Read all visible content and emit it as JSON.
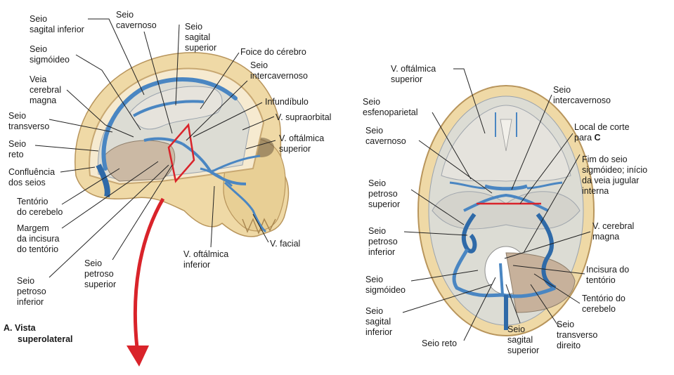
{
  "colors": {
    "bone": "#efd9a6",
    "bone_shade": "#d9bd84",
    "vein": "#4a86c2",
    "vein_dark": "#2f6aa8",
    "dura": "#d8d8d0",
    "tentorium": "#c9b5a0",
    "cut_line": "#d9232a",
    "leader": "#222222"
  },
  "figure_a": {
    "caption_letter": "A.",
    "caption_title": "Vista",
    "caption_sub": "superolateral",
    "labels": {
      "seio_sagital_inferior": [
        "Seio",
        "sagital inferior"
      ],
      "seio_sigmoideo": [
        "Seio",
        "sigmóideo"
      ],
      "veia_cerebral_magna": [
        "Veia",
        "cerebral",
        "magna"
      ],
      "seio_transverso": [
        "Seio",
        "transverso"
      ],
      "seio_reto": [
        "Seio",
        "reto"
      ],
      "confluencia": [
        "Confluência",
        "dos seios"
      ],
      "tentorio": [
        "Tentório",
        "do cerebelo"
      ],
      "margem": [
        "Margem",
        "da incisura",
        "do tentório"
      ],
      "seio_petroso_inferior": [
        "Seio",
        "petroso",
        "inferior"
      ],
      "seio_petroso_superior": [
        "Seio",
        "petroso",
        "superior"
      ],
      "seio_cavernoso": [
        "Seio",
        "cavernoso"
      ],
      "seio_sagital_superior": [
        "Seio",
        "sagital",
        "superior"
      ],
      "foice": [
        "Foice do cérebro"
      ],
      "seio_intercavernoso": [
        "Seio",
        "intercavernoso"
      ],
      "infundibulo": [
        "Infundíbulo"
      ],
      "v_supraorbital": [
        "V. supraorbital"
      ],
      "v_oftalmica_superior": [
        "V. oftálmica",
        "superior"
      ],
      "v_oftalmica_inferior": [
        "V. oftálmica",
        "inferior"
      ],
      "v_facial": [
        "V. facial"
      ]
    }
  },
  "figure_b": {
    "labels": {
      "v_oftalmica_superior": [
        "V. oftálmica",
        "superior"
      ],
      "seio_esfenoparietal": [
        "Seio",
        "esfenoparietal"
      ],
      "seio_cavernoso": [
        "Seio",
        "cavernoso"
      ],
      "seio_petroso_superior": [
        "Seio",
        "petroso",
        "superior"
      ],
      "seio_petroso_inferior": [
        "Seio",
        "petroso",
        "inferior"
      ],
      "seio_sigmoideo": [
        "Seio",
        "sigmóideo"
      ],
      "seio_sagital_inferior": [
        "Seio",
        "sagital",
        "inferior"
      ],
      "seio_reto": [
        "Seio reto"
      ],
      "seio_sagital_superior": [
        "Seio",
        "sagital",
        "superior"
      ],
      "seio_transverso_direito": [
        "Seio",
        "transverso",
        "direito"
      ],
      "tentorio": [
        "Tentório do",
        "cerebelo"
      ],
      "incisura": [
        "Incisura do",
        "tentório"
      ],
      "v_cerebral_magna": [
        "V. cerebral",
        "magna"
      ],
      "fim_seio_sigmoideo": [
        "Fim do seio",
        "sigmóideo; início",
        "da veia jugular",
        "interna"
      ],
      "local_corte_prefix": "Local de corte",
      "local_corte_para": "para",
      "local_corte_letter": "C",
      "seio_intercavernoso": [
        "Seio",
        "intercavernoso"
      ]
    }
  }
}
